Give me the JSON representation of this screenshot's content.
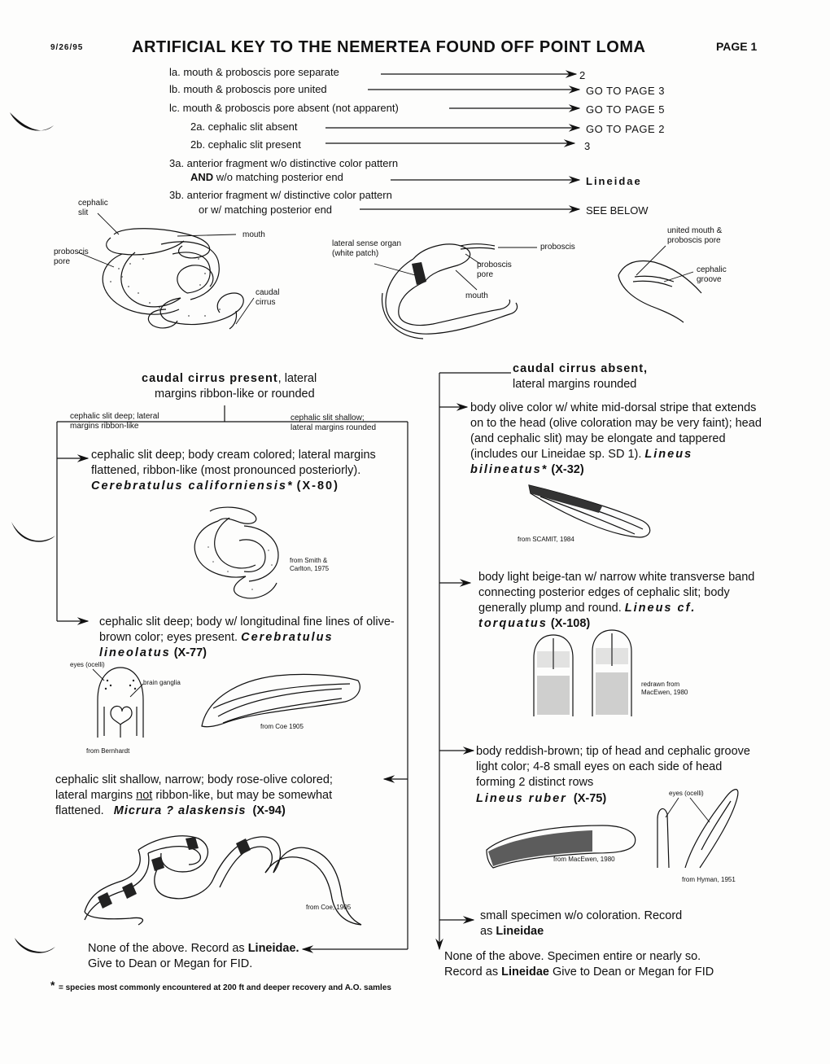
{
  "header": {
    "date": "9/26/95",
    "title": "ARTIFICIAL KEY TO THE NEMERTEA FOUND OFF POINT LOMA",
    "page": "PAGE 1"
  },
  "couplets": {
    "c1a": {
      "text": "la. mouth & proboscis pore separate",
      "target": "2"
    },
    "c1b": {
      "text": "lb. mouth & proboscis pore united",
      "target": "GO TO PAGE 3"
    },
    "c1c": {
      "text": "lc. mouth & proboscis pore absent (not apparent)",
      "target": "GO TO PAGE 5"
    },
    "c2a": {
      "text": "2a. cephalic slit absent",
      "target": "GO TO PAGE 2"
    },
    "c2b": {
      "text": "2b. cephalic slit present",
      "target": "3"
    },
    "c3a": {
      "line1": "3a. anterior fragment w/o distinctive color pattern",
      "line2_bold": "AND",
      "line2": " w/o matching posterior end",
      "target": "Lineidae"
    },
    "c3b": {
      "line1": "3b. anterior fragment w/ distinctive color pattern",
      "line2": "or w/ matching posterior end",
      "target": "SEE BELOW"
    }
  },
  "figure_labels": {
    "cephalic_slit": "cephalic\nslit",
    "proboscis_pore": "proboscis\npore",
    "mouth": "mouth",
    "caudal_cirrus": "caudal\ncirrus",
    "lateral_sense_organ": "lateral sense organ\n(white patch)",
    "proboscis": "proboscis",
    "proboscis_pore_2": "proboscis\npore",
    "mouth_2": "mouth",
    "united_mouth": "united mouth &\nproboscis pore",
    "cephalic_groove": "cephalic\ngroove"
  },
  "left": {
    "heading_bold": "caudal  cirrus  present",
    "heading_rest": ", lateral",
    "heading_line2": "margins ribbon-like or rounded",
    "sub_left": "cephalic slit deep; lateral\nmargins ribbon-like",
    "sub_right": "cephalic slit shallow;\nlateral margins rounded",
    "e1_text": "cephalic slit deep; body cream colored; lateral margins flattened, ribbon-like (most pronounced posteriorly).",
    "e1_species": "Cerebratulus  californiensis*",
    "e1_code": "(X-80)",
    "e1_credit": "from Smith &\nCarlton, 1975",
    "e2_text": "cephalic slit deep; body w/ longitudinal fine lines of olive-brown color; eyes present.",
    "e2_species": "Cerebratulus lineolatus",
    "e2_code": "(X-77)",
    "e2_eyes": "eyes (ocelli)",
    "e2_brain": "brain ganglia",
    "e2_credit1": "from Bernhardt",
    "e2_credit2": "from Coe 1905",
    "e3_text1": "cephalic slit shallow, narrow; body rose-olive colored;",
    "e3_text2a": "lateral margins ",
    "e3_not": "not",
    "e3_text2b": " ribbon-like, but may be somewhat",
    "e3_text3": "flattened.",
    "e3_species": "Micrura ? alaskensis",
    "e3_code": "(X-94)",
    "e3_credit": "from Coe, 1905",
    "none1": "None of the above. Record as",
    "none_bold": "Lineidae.",
    "none2": "Give to Dean or Megan for FID."
  },
  "right": {
    "heading_bold": "caudal  cirrus  absent,",
    "heading_line2": "lateral margins rounded",
    "r1_text": "body olive color w/ white mid-dorsal stripe that extends on to the head (olive coloration may be very faint); head (and cephalic slit) may be elongate and tappered (includes our Lineidae sp. SD 1).",
    "r1_species": "Lineus  bilineatus*",
    "r1_code": "(X-32)",
    "r1_credit": "from SCAMIT, 1984",
    "r2_text": "body light beige-tan w/ narrow white transverse band connecting posterior edges of cephalic slit; body generally plump and round.",
    "r2_species": "Lineus  cf.  torquatus",
    "r2_code": "(X-108)",
    "r2_credit": "redrawn from\nMacEwen, 1980",
    "r3_text": "body reddish-brown; tip of head and cephalic groove light color; 4-8 small eyes on each side of head forming 2 distinct rows",
    "r3_species": "Lineus  ruber",
    "r3_code": "(X-75)",
    "r3_eyes": "eyes (ocelli)",
    "r3_credit1": "from MacEwen, 1980",
    "r3_credit2": "from Hyman, 1951",
    "r4_text1": "small specimen w/o coloration.  Record",
    "r4_text2": "as",
    "r4_bold": "Lineidae",
    "none1": "None of the above.  Specimen entire or nearly so.",
    "none2": "Record as",
    "none_bold": "Lineidae",
    "none3": " Give to Dean or Megan for FID"
  },
  "footnote": "= species most commonly encountered at 200 ft and deeper recovery and A.O. samles",
  "footnote_star": "*"
}
